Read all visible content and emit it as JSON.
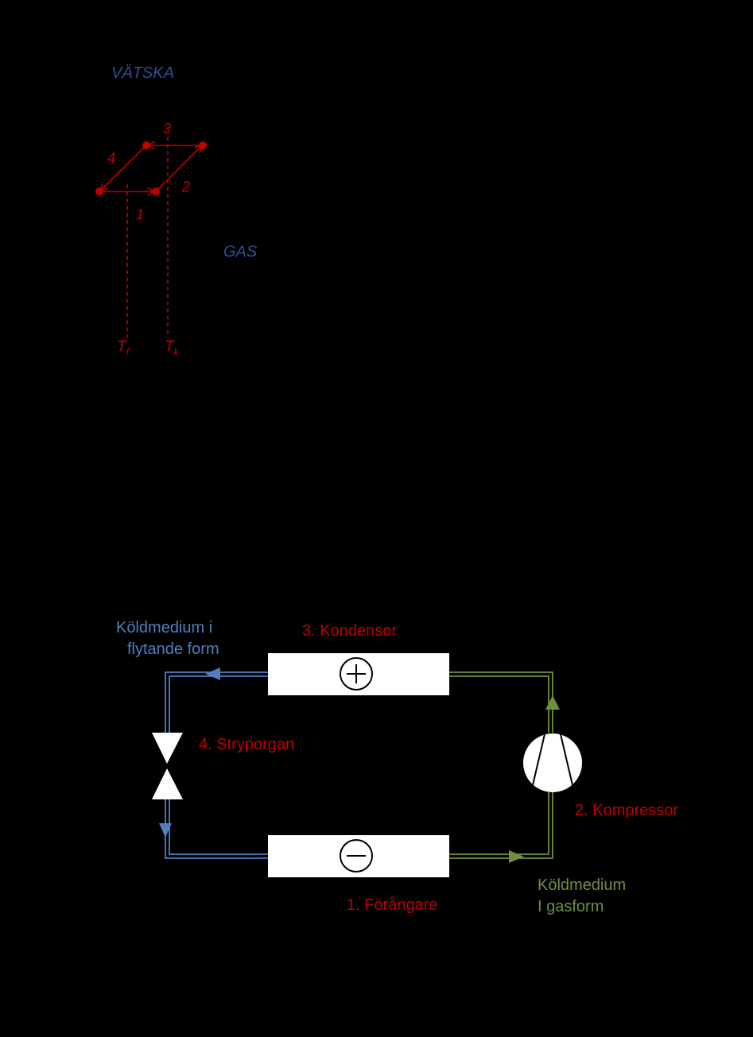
{
  "ph_diagram": {
    "region_liquid": "VÄTSKA",
    "region_gas": "GAS",
    "step_labels": [
      "1",
      "2",
      "3",
      "4"
    ],
    "temp_evap": {
      "base": "T",
      "sub": "f"
    },
    "temp_cond": {
      "base": "T",
      "sub": "k"
    }
  },
  "cycle": {
    "condenser_label": "3. Kondensor",
    "compressor_label": "2. Kompressor",
    "evaporator_label": "1. Förångare",
    "throttle_label": "4. Stryporgan",
    "liquid_medium_line1": "Köldmedium i",
    "liquid_medium_line2": "flytande form",
    "gas_medium_line1": "Köldmedium",
    "gas_medium_line2": "I gasform"
  },
  "colors": {
    "background": "#000000",
    "process": "#c00000",
    "liquid": "#4f7fc0",
    "gas": "#6f8f3f",
    "region_text": "#2f4f8f"
  }
}
